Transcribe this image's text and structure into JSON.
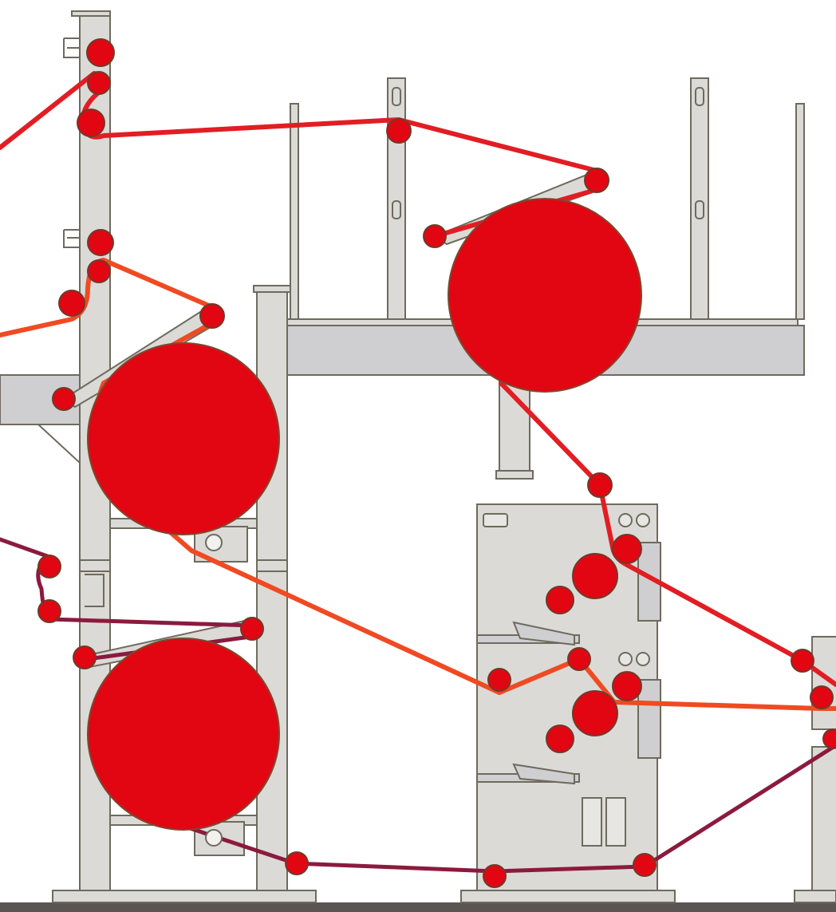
{
  "diagram": {
    "subject": "",
    "colors": {
      "background": "#ffffff",
      "frame_fill": "#dcdad6",
      "frame_stroke": "#6e6a5e",
      "beam_fill": "#cfcfd1",
      "reel_fill": "#e20613",
      "reel_stroke": "#7a4a30",
      "web_primary": "#e21d23",
      "web_secondary": "#f04a23",
      "web_tertiary": "#8b1a3f",
      "floor": "#5a5452"
    },
    "reels": [
      {
        "id": "reel-upper-right"
      },
      {
        "id": "reel-middle-left"
      },
      {
        "id": "reel-lower-left"
      }
    ],
    "units": [
      {
        "id": "printing-unit"
      },
      {
        "id": "edge-unit-right"
      }
    ]
  }
}
